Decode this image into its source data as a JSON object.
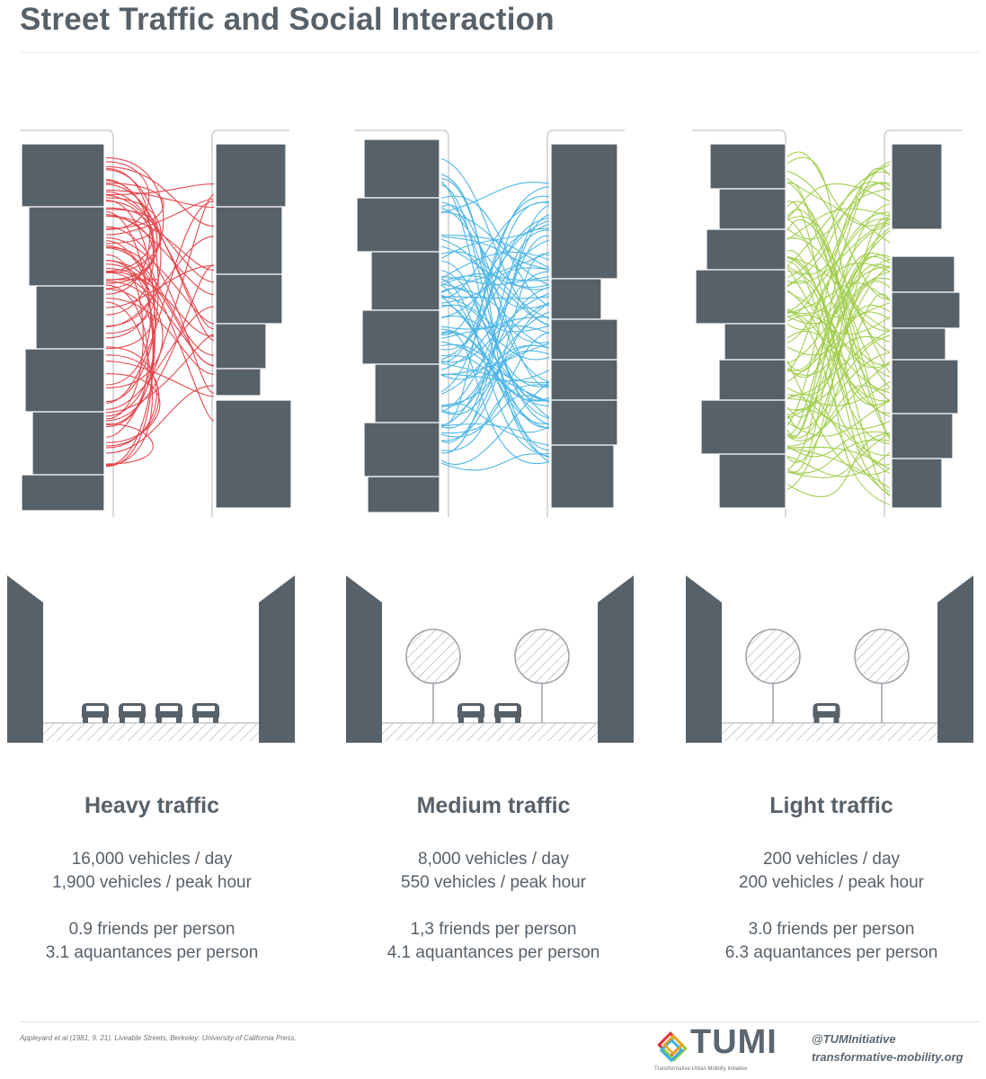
{
  "title": "Street Traffic and Social Interaction",
  "colors": {
    "buildings": "#57616a",
    "heavy": "#e2323a",
    "medium": "#3aaee3",
    "light": "#98c93c",
    "text": "#57616a"
  },
  "panels": [
    {
      "label": "Heavy traffic",
      "vehicles_day": "16,000 vehicles / day",
      "vehicles_peak": "1,900 vehicles / peak hour",
      "friends": "0.9 friends per person",
      "acquaintances": "3.1 aquantances per person",
      "car_count": 4,
      "tree_count": 0
    },
    {
      "label": "Medium traffic",
      "vehicles_day": "8,000 vehicles / day",
      "vehicles_peak": "550 vehicles / peak hour",
      "friends": "1,3 friends per person",
      "acquaintances": "4.1 aquantances per person",
      "car_count": 2,
      "tree_count": 2
    },
    {
      "label": "Light traffic",
      "vehicles_day": "200 vehicles / day",
      "vehicles_peak": "200 vehicles / peak hour",
      "friends": "3.0 friends per person",
      "acquaintances": "6.3 aquantances per person",
      "car_count": 1,
      "tree_count": 2
    }
  ],
  "footer": {
    "citation": "Appleyard et al (1981, 9. 21). Liveable Streets, Berkeley: University of California Press.",
    "logo_text": "TUMI",
    "logo_subtitle": "Transformative Urban Mobility Initiative",
    "handle": "@TUMInitiative",
    "website": "transformative-mobility.org"
  }
}
